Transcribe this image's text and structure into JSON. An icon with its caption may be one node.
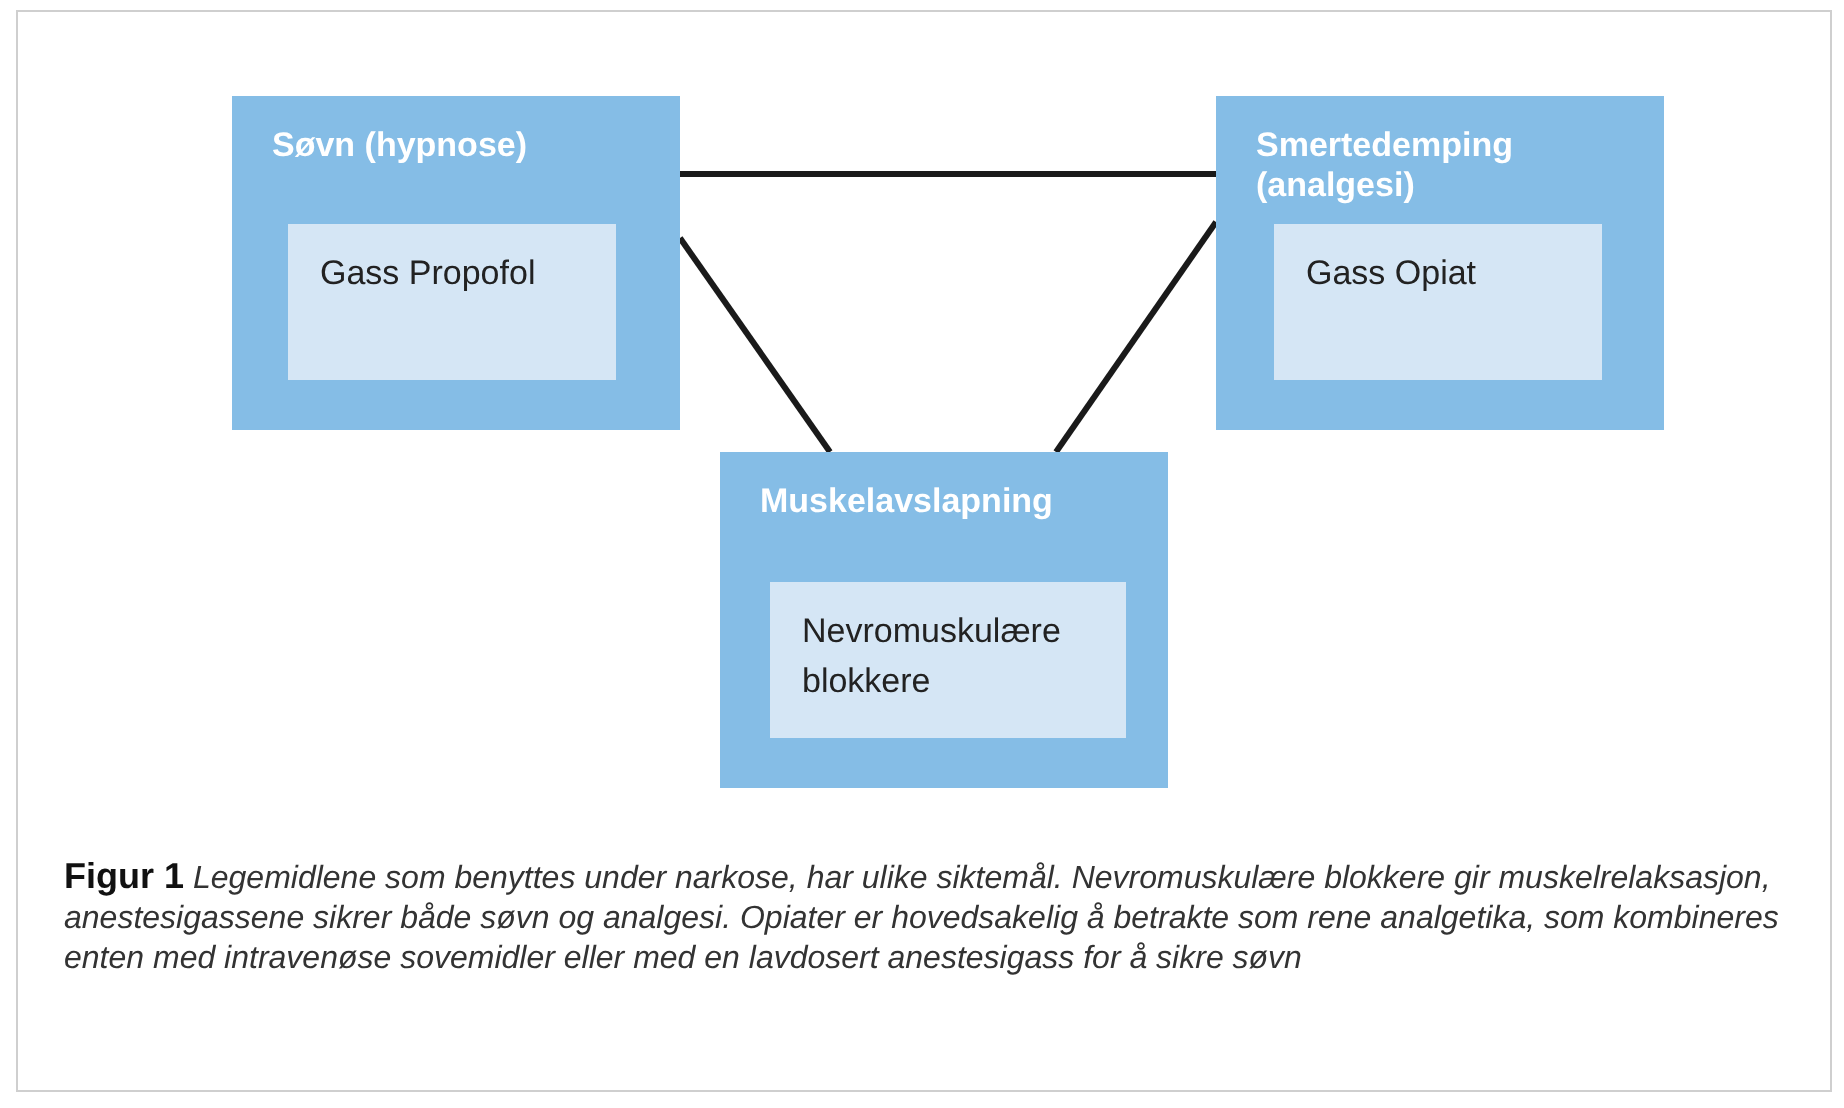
{
  "diagram": {
    "caption": "**Figur 1** *Legemidlene som benyttes under narkose, har ulike siktemål. Nevromuskulære blokkere gir muskelrelaksasjon, anestesigassene sikrer både søvn og analgesi. Opiater er hovedsakelig å betrakte som rene analgetika, som kombineres enten med intravenøse sovemidler eller med en lavdosert anestesigass for å sikre søvn*",
    "nodes": [
      {
        "text": [
          "Søvn (hypnose)"
        ]
      },
      {
        "text": [
          "Gass Propofol"
        ],
        "in": 0
      },
      {
        "text": [
          "Smertedemping (analgesi)"
        ]
      },
      {
        "text": [
          "Gass Opiat"
        ],
        "in": 2
      },
      {
        "text": [
          "Muskelavslapning"
        ]
      },
      {
        "text": [
          "Nevromuskulære blokkere"
        ],
        "in": 4
      }
    ],
    "edges": [
      {
        "from": 0,
        "to": 2,
        "arrow": "none"
      },
      {
        "from": 0,
        "to": 4,
        "arrow": "none"
      },
      {
        "from": 2,
        "to": 4,
        "arrow": "none"
      }
    ]
  }
}
